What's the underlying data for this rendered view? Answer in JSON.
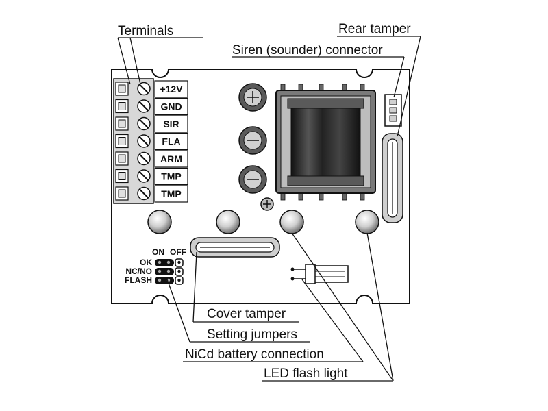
{
  "callouts": {
    "terminals": "Terminals",
    "rear_tamper": "Rear tamper",
    "siren_connector": "Siren (sounder) connector",
    "cover_tamper": "Cover tamper",
    "setting_jumpers": "Setting jumpers",
    "nicd_battery": "NiCd battery connection",
    "led_flash": "LED flash light"
  },
  "terminals": [
    "+12V",
    "GND",
    "SIR",
    "FLA",
    "ARM",
    "TMP",
    "TMP"
  ],
  "jumpers": {
    "on_label": "ON",
    "off_label": "OFF",
    "rows": [
      "OK",
      "NC/NO",
      "FLASH"
    ]
  },
  "colors": {
    "line": "#111111",
    "board": "#ffffff",
    "component_grey": "#9a9a9a",
    "coil_dark": "#2a2a2a"
  }
}
